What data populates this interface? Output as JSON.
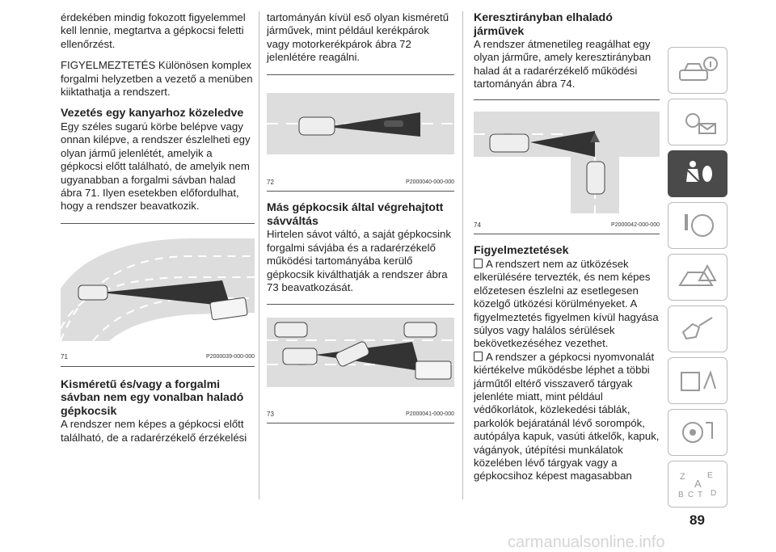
{
  "col1": {
    "p1": "érdekében mindig fokozott figyelemmel kell lennie, megtartva a gépkocsi feletti ellenőrzést.",
    "p2": "FIGYELMEZTETÉS Különösen komplex forgalmi helyzetben a vezető a menüben kiiktathatja a rendszert.",
    "h1": "Vezetés egy kanyarhoz közeledve",
    "p3": "Egy széles sugarú körbe belépve vagy onnan kilépve, a rendszer észlelheti egy olyan jármű jelenlétét, amelyik a gépkocsi előtt található, de amelyik nem ugyanabban a forgalmi sávban halad ábra 71. Ilyen esetekben előfordulhat, hogy a rendszer beavatkozik.",
    "fig_num": "71",
    "fig_code": "P2000039-000-000",
    "h2": "Kisméretű és/vagy a forgalmi sávban nem egy vonalban haladó gépkocsik",
    "p4": "A rendszer nem képes a gépkocsi előtt található, de a radarérzékelő érzékelési"
  },
  "col2": {
    "p1": "tartományán kívül eső olyan kisméretű járművek, mint például kerékpárok vagy motorkerékpárok ábra 72 jelenlétére reagálni.",
    "fig1_num": "72",
    "fig1_code": "P2000040-000-000",
    "h1": "Más gépkocsik által végrehajtott sávváltás",
    "p2": "Hirtelen sávot váltó, a saját gépkocsink forgalmi sávjába és a radarérzékelő működési tartományába kerülő gépkocsik kiválthatják a rendszer ábra 73 beavatkozását.",
    "fig2_num": "73",
    "fig2_code": "P2000041-000-000"
  },
  "col3": {
    "h1": "Keresztirányban elhaladó járművek",
    "p1": "A rendszer átmenetileg reagálhat egy olyan járműre, amely keresztirányban halad át a radarérzékelő működési tartományán ábra 74.",
    "fig_num": "74",
    "fig_code": "P2000042-000-000",
    "h2": "Figyelmeztetések",
    "w1": "A rendszert nem az ütközések elkerülésére tervezték, és nem képes előzetesen észlelni az esetlegesen közelgő ütközési körülményeket. A figyelmeztetés figyelmen kívül hagyása súlyos vagy halálos sérülések bekövetkezéséhez vezethet.",
    "w2": "A rendszer a gépkocsi nyomvonalát kiértékelve működésbe léphet a többi járműtől eltérő visszaverő tárgyak jelenléte miatt, mint például védőkorlátok, közlekedési táblák, parkolók bejáratánál lévő sorompók, autópálya kapuk, vasúti átkelők, kapuk, vágányok, útépítési munkálatok közelében lévő tárgyak vagy a gépkocsihoz képest magasabban"
  },
  "sidebar": {
    "tabs": [
      "car-info-icon",
      "warning-lights-icon",
      "safety-airbag-icon",
      "starting-driving-icon",
      "emergency-icon",
      "maintenance-icon",
      "technical-data-icon",
      "multimedia-icon",
      "index-icon"
    ],
    "index_letters": [
      "Z",
      "E",
      "A",
      "B",
      "C",
      "T",
      "D"
    ]
  },
  "page_number": "89",
  "watermark": "carmanualsonline.info"
}
